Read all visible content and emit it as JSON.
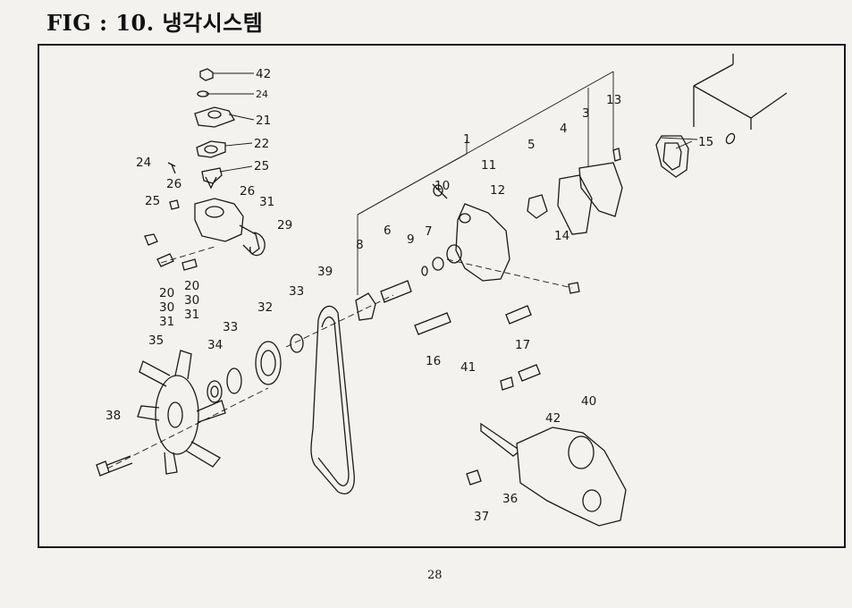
{
  "title": "FIG : 10. 냉각시스템",
  "page_number": "28",
  "callouts": [
    "42",
    "24",
    "21",
    "22",
    "25",
    "24",
    "26",
    "26",
    "31",
    "29",
    "25",
    "20",
    "30",
    "31",
    "20",
    "30",
    "31",
    "35",
    "34",
    "33",
    "32",
    "33",
    "39",
    "38",
    "8",
    "6",
    "9",
    "7",
    "10",
    "1",
    "11",
    "12",
    "5",
    "4",
    "3",
    "13",
    "15",
    "14",
    "17",
    "16",
    "41",
    "40",
    "42",
    "37",
    "36"
  ]
}
